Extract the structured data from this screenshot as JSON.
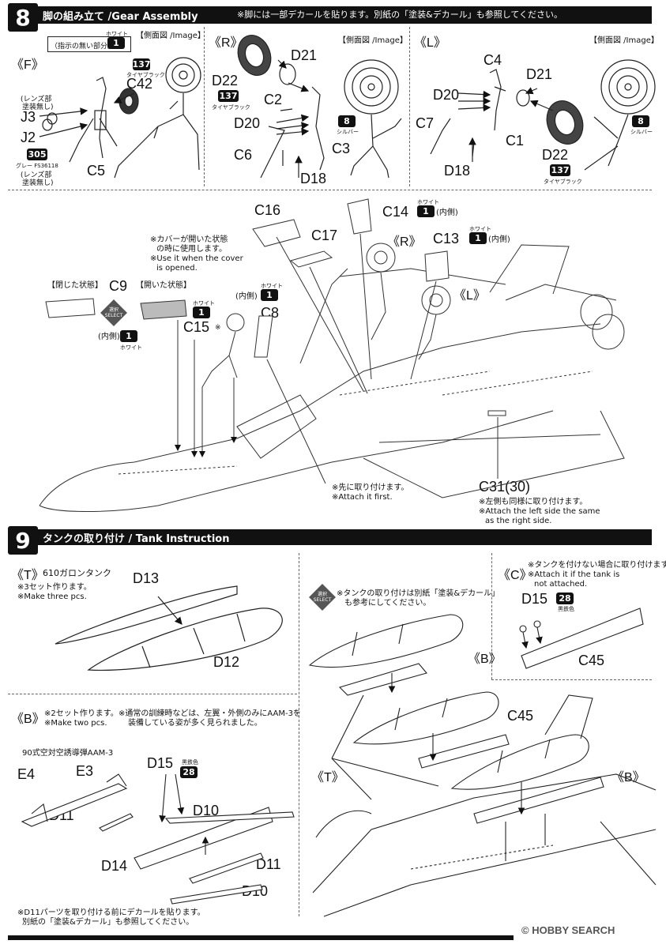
{
  "step8": {
    "number": "8",
    "title": "脚の組み立て /Gear Assembly",
    "note": "※脚には一部デカールを貼ります。別紙の「塗装&デカール」も参照してください。",
    "side_view": "【側面図 /Image】",
    "F": {
      "label": "《F》",
      "indicator": "（指示の無い部分）",
      "badge_top": "1",
      "badge_top_cap": "ホワイト",
      "badge_137": "137",
      "badge_137_cap": "タイヤブラック",
      "badge_305": "305",
      "badge_305_cap": "グレー FS36118",
      "lens1": "(レンズ部",
      "lens1b": "塗装無し)",
      "lens2": "(レンズ部",
      "lens2b": "塗装無し)",
      "parts": [
        "J3",
        "J2",
        "C5",
        "C42"
      ]
    },
    "R": {
      "label": "《R》",
      "parts": [
        "D21",
        "D22",
        "C2",
        "D20",
        "C6",
        "C3",
        "D18"
      ],
      "badge_137": "137",
      "badge_137_cap": "タイヤブラック",
      "badge_8": "8",
      "badge_8_cap": "シルバー"
    },
    "L": {
      "label": "《L》",
      "parts": [
        "C4",
        "D21",
        "D20",
        "C7",
        "C1",
        "D18",
        "D22"
      ],
      "badge_8": "8",
      "badge_8_cap": "シルバー",
      "badge_137": "137",
      "badge_137_cap": "タイヤブラック"
    },
    "main": {
      "C16": "C16",
      "C14": "C14",
      "C17": "C17",
      "C13": "C13",
      "R": "《R》",
      "L": "《L》",
      "C9": "C9",
      "C15": "C15",
      "C15mark": "※",
      "C8": "C8",
      "C31": "C31(30)",
      "inside": "(内側)",
      "closed": "【閉じた状態】",
      "opened": "【開いた状態】",
      "select": "選択 SELECT",
      "cover_note_jp1": "※カバーが開いた状態",
      "cover_note_jp2": "の時に使用します。",
      "cover_note_en1": "※Use it when the cover",
      "cover_note_en2": "is opened.",
      "first_jp": "※先に取り付けます。",
      "first_en": "※Attach it first.",
      "left_jp": "※左側も同様に取り付けます。",
      "left_en1": "※Attach the left side the same",
      "left_en2": "as the right side.",
      "badge_white": "1",
      "badge_white_cap": "ホワイト"
    }
  },
  "step9": {
    "number": "9",
    "title": "タンクの取り付け / Tank Instruction",
    "T": {
      "label": "《T》",
      "desc": "610ガロンタンク",
      "note_jp": "※3セット作ります。",
      "note_en": "※Make three pcs.",
      "parts": [
        "D13",
        "D12"
      ]
    },
    "B": {
      "label": "《B》",
      "note_jp": "※2セット作ります。",
      "note_en": "※Make two pcs.",
      "note2_jp1": "※通常の訓練時などは、左翼・外側のみにAAM-3を",
      "note2_jp2": "装備している姿が多く見られました。",
      "missile": "90式空対空誘導弾AAM-3",
      "parts": [
        "E4",
        "E3",
        "D15",
        "D11",
        "D10",
        "D14",
        "D11",
        "D10"
      ],
      "badge_28": "28",
      "badge_28_cap": "黒鉄色",
      "decal_jp1": "※D11パーツを取り付ける前にデカールを貼ります。",
      "decal_jp2": "別紙の「塗装&デカール」も参照してください。"
    },
    "C": {
      "label": "《C》",
      "note_jp": "※タンクを付けない場合に取り付けます。",
      "note_en1": "※Attach it if the tank is",
      "note_en2": "not attached.",
      "parts": [
        "D15",
        "C45"
      ],
      "badge_28": "28",
      "badge_28_cap": "黒鉄色"
    },
    "main": {
      "select": "選択 SELECT",
      "note_jp1": "※タンクの取り付けは別紙「塗装&デカール」",
      "note_jp2": "も参考にしてください。",
      "B1": "《B》",
      "B2": "《B》",
      "T": "《T》",
      "C45": "C45"
    }
  },
  "footer": {
    "watermark": "© HOBBY SEARCH"
  }
}
